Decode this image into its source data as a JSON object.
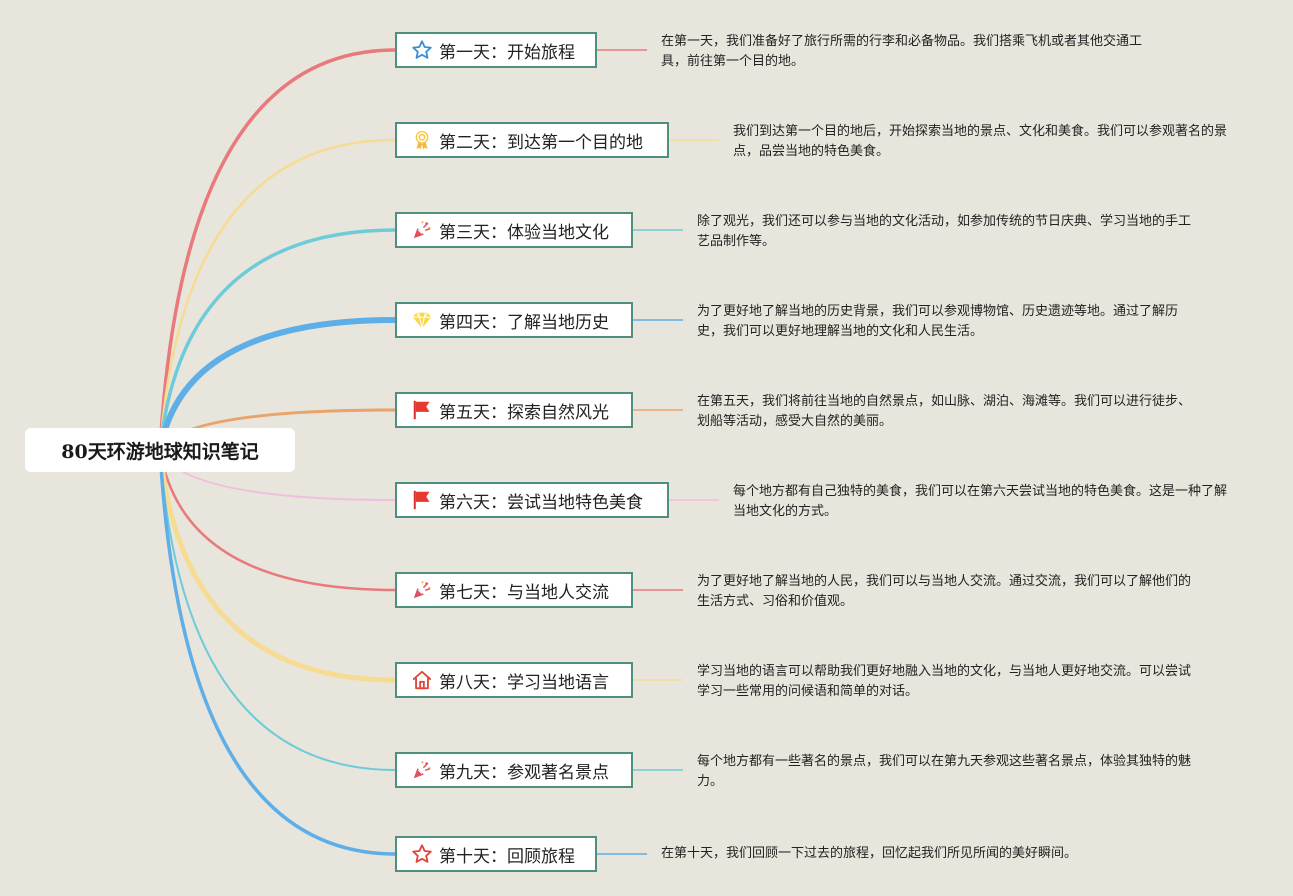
{
  "root": {
    "title": "80天环游地球知识笔记"
  },
  "topics": [
    {
      "title": "第一天：开始旅程",
      "description": "在第一天，我们准备好了旅行所需的行李和必备物品。我们搭乘飞机或者其他交通工具，前往第一个目的地。",
      "icon": "star-outline-icon",
      "branch_color": "#e87a7c"
    },
    {
      "title": "第二天：到达第一个目的地",
      "description": "我们到达第一个目的地后，开始探索当地的景点、文化和美食。我们可以参观著名的景点，品尝当地的特色美食。",
      "icon": "medal-icon",
      "branch_color": "#f6dc93"
    },
    {
      "title": "第三天：体验当地文化",
      "description": "除了观光，我们还可以参与当地的文化活动，如参加传统的节日庆典、学习当地的手工艺品制作等。",
      "icon": "party-popper-icon",
      "branch_color": "#6ecbd8"
    },
    {
      "title": "第四天：了解当地历史",
      "description": "为了更好地了解当地的历史背景，我们可以参观博物馆、历史遗迹等地。通过了解历史，我们可以更好地理解当地的文化和人民生活。",
      "icon": "diamond-icon",
      "branch_color": "#5eaee8"
    },
    {
      "title": "第五天：探索自然风光",
      "description": "在第五天，我们将前往当地的自然景点，如山脉、湖泊、海滩等。我们可以进行徒步、划船等活动，感受大自然的美丽。",
      "icon": "red-flag-icon",
      "branch_color": "#e9a36b"
    },
    {
      "title": "第六天：尝试当地特色美食",
      "description": "每个地方都有自己独特的美食，我们可以在第六天尝试当地的特色美食。这是一种了解当地文化的方式。",
      "icon": "red-flag-icon",
      "branch_color": "#f0bfe0"
    },
    {
      "title": "第七天：与当地人交流",
      "description": "为了更好地了解当地的人民，我们可以与当地人交流。通过交流，我们可以了解他们的生活方式、习俗和价值观。",
      "icon": "party-popper-icon",
      "branch_color": "#e87a7c"
    },
    {
      "title": "第八天：学习当地语言",
      "description": "学习当地的语言可以帮助我们更好地融入当地的文化，与当地人更好地交流。可以尝试学习一些常用的问候语和简单的对话。",
      "icon": "house-icon",
      "branch_color": "#f6dc93"
    },
    {
      "title": "第九天：参观著名景点",
      "description": "每个地方都有一些著名的景点，我们可以在第九天参观这些著名景点，体验其独特的魅力。",
      "icon": "party-popper-icon",
      "branch_color": "#6ecbd8"
    },
    {
      "title": "第十天：回顾旅程",
      "description": "在第十天，我们回顾一下过去的旅程，回忆起我们所见所闻的美好瞬间。",
      "icon": "star-red-outline-icon",
      "branch_color": "#5eaee8"
    }
  ]
}
